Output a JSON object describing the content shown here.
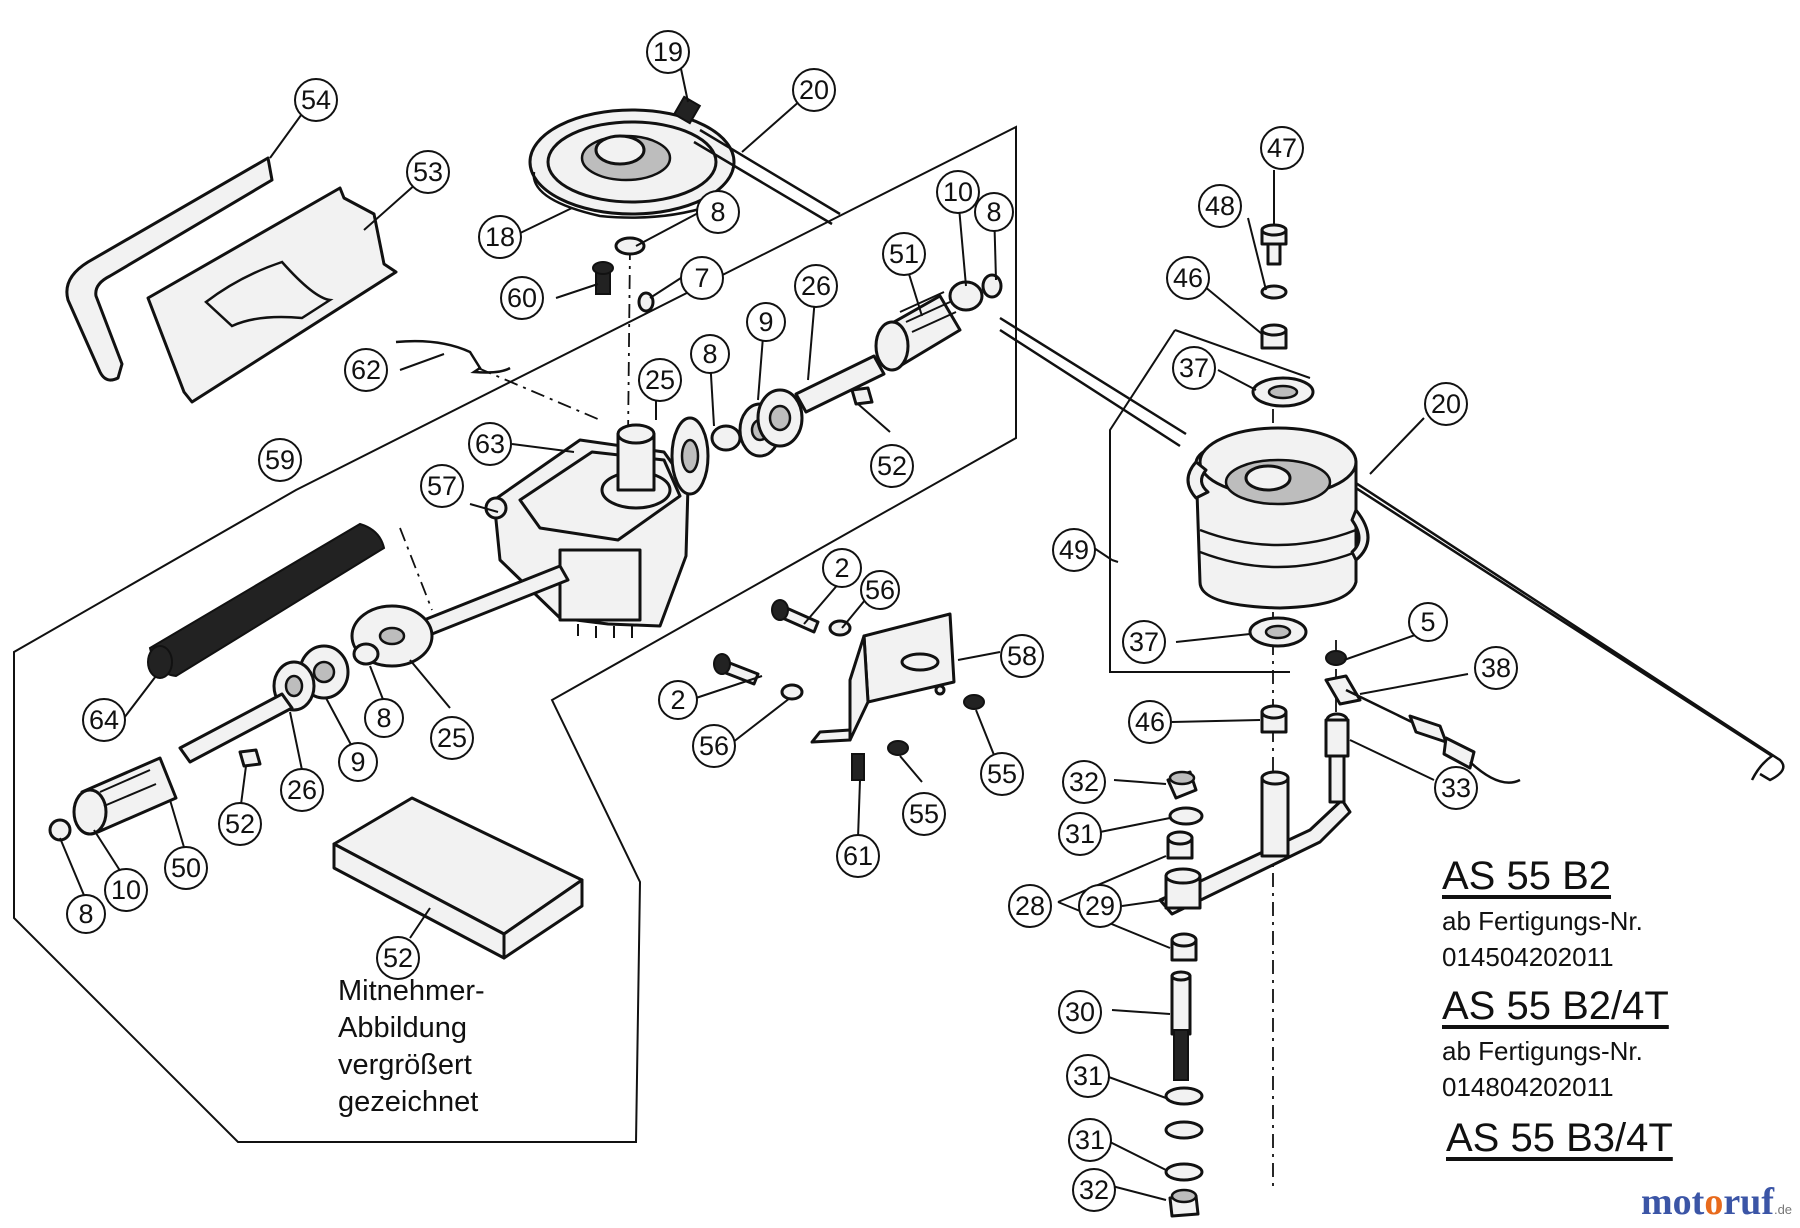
{
  "callouts": [
    "54",
    "53",
    "19",
    "20",
    "18",
    "8",
    "7",
    "60",
    "62",
    "10",
    "8",
    "51",
    "26",
    "9",
    "8",
    "25",
    "63",
    "59",
    "57",
    "52",
    "64",
    "8",
    "25",
    "9",
    "26",
    "50",
    "10",
    "8",
    "52",
    "52",
    "2",
    "56",
    "58",
    "2",
    "56",
    "55",
    "61",
    "55",
    "47",
    "48",
    "46",
    "37",
    "20",
    "49",
    "37",
    "5",
    "38",
    "46",
    "33",
    "32",
    "31",
    "28",
    "29",
    "30",
    "31",
    "31",
    "32"
  ],
  "models": [
    {
      "name": "AS 55 B2",
      "line1": "ab Fertigungs-Nr.",
      "line2": "014504202011"
    },
    {
      "name": "AS 55 B2/4T",
      "line1": "ab Fertigungs-Nr.",
      "line2": "014804202011"
    },
    {
      "name": "AS 55 B3/4T"
    }
  ],
  "note_lines": [
    "Mitnehmer-",
    "Abbildung",
    "vergrößert",
    "gezeichnet"
  ],
  "watermark": {
    "part1": "mot",
    "part2": "o",
    "part3": "ruf",
    "suffix": ".de"
  },
  "colors": {
    "line": "#111111",
    "background": "#ffffff",
    "watermark_blue": "#3b55a6",
    "watermark_orange": "#e86a1c"
  }
}
